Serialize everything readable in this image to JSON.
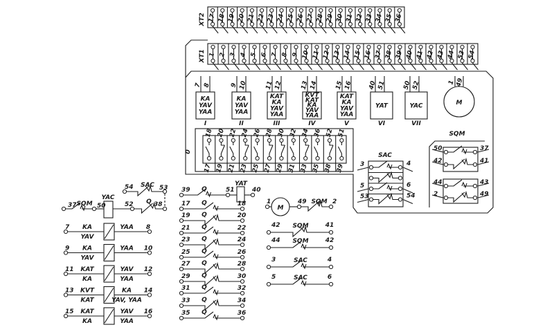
{
  "terminal_blocks": {
    "xt2": {
      "label": "XT2",
      "terminals": [
        "17",
        "18",
        "19",
        "20",
        "21",
        "22",
        "23",
        "24",
        "25",
        "26",
        "27",
        "28",
        "29",
        "30",
        "31",
        "32",
        "33",
        "34",
        "35",
        "36"
      ]
    },
    "xt1": {
      "label": "XT1",
      "terminals": [
        "1",
        "2",
        "3",
        "4",
        "5",
        "6",
        "7",
        "8",
        "9",
        "10",
        "11",
        "12",
        "13",
        "14",
        "15",
        "16",
        "37",
        "38",
        "39",
        "40",
        "41",
        "42",
        "43",
        "44",
        "53",
        "54"
      ]
    }
  },
  "devices": [
    {
      "numeral": "I",
      "terminals": [
        "7",
        "8"
      ],
      "coils": [
        "KA",
        "YAV",
        "YAA"
      ]
    },
    {
      "numeral": "II",
      "terminals": [
        "9",
        "10"
      ],
      "coils": [
        "KA",
        "YAV",
        "YAA"
      ]
    },
    {
      "numeral": "III",
      "terminals": [
        "11",
        "12"
      ],
      "coils": [
        "KAT",
        "KA",
        "YAV",
        "YAA"
      ]
    },
    {
      "numeral": "IV",
      "terminals": [
        "13",
        "14"
      ],
      "coils": [
        "KVT",
        "KAT",
        "KA",
        "YAV",
        "YAA"
      ]
    },
    {
      "numeral": "V",
      "terminals": [
        "15",
        "16"
      ],
      "coils": [
        "KAT",
        "KA",
        "YAV",
        "YAA"
      ]
    },
    {
      "numeral": "VI",
      "terminals": [
        "40",
        "51"
      ],
      "coils": [
        "YAT"
      ]
    },
    {
      "numeral": "VII",
      "terminals": [
        "50",
        "52"
      ],
      "coils": [
        "YAC"
      ]
    }
  ],
  "motor": {
    "label": "M",
    "terminals": [
      "1",
      "49"
    ]
  },
  "q_block": {
    "label": "0",
    "top": [
      "18",
      "20",
      "22",
      "24",
      "26",
      "28",
      "30",
      "32",
      "34",
      "36",
      "52",
      "51"
    ],
    "bottom": [
      "17",
      "19",
      "21",
      "23",
      "25",
      "27",
      "29",
      "31",
      "33",
      "35",
      "38",
      "39"
    ],
    "types": [
      "no",
      "nc",
      "no",
      "nc",
      "no",
      "nc",
      "nc",
      "no",
      "nc",
      "no",
      "nc",
      "no"
    ]
  },
  "sac_block": {
    "label": "SAC",
    "rows": [
      {
        "left": "3",
        "right": "4",
        "type": "no"
      },
      {
        "left": "",
        "right": "",
        "type": "nc"
      },
      {
        "left": "5",
        "right": "6",
        "type": "no"
      },
      {
        "left": "53",
        "right": "54",
        "type": "nc"
      }
    ]
  },
  "sqm_block": {
    "label": "SQM",
    "rows": [
      {
        "left": "50",
        "right": "37",
        "type": "no"
      },
      {
        "left": "42",
        "right": "41",
        "type": "nc"
      },
      {
        "left": "44",
        "right": "43",
        "type": "no"
      },
      {
        "left": "2",
        "right": "49",
        "type": "nc"
      }
    ]
  },
  "yac_circuit": {
    "left": "37",
    "contact": "SQM",
    "mid": "50",
    "coil": "YAC",
    "right_mid": "52",
    "q_label": "Q",
    "end": "38",
    "sac_left": "54",
    "sac_label": "SAC",
    "sac_right": "53"
  },
  "relay_circuits": [
    {
      "left": "7",
      "left_top": "KA",
      "left_bottom": "YAV",
      "right_top": "YAA",
      "right_bottom": "",
      "right": "8"
    },
    {
      "left": "9",
      "left_top": "KA",
      "left_bottom": "YAV",
      "right_top": "YAA",
      "right_bottom": "",
      "right": "10"
    },
    {
      "left": "11",
      "left_top": "KAT",
      "left_bottom": "KA",
      "right_top": "YAV",
      "right_bottom": "YAA",
      "right": "12"
    },
    {
      "left": "13",
      "left_top": "KVT",
      "left_bottom": "KAT",
      "right_top": "KA",
      "right_bottom": "YAV, YAA",
      "right": "14"
    },
    {
      "left": "15",
      "left_top": "KAT",
      "left_bottom": "KA",
      "right_top": "YAV",
      "right_bottom": "YAA",
      "right": "16"
    }
  ],
  "q_circuits": [
    {
      "left": "39",
      "label": "Q",
      "right": "40",
      "type": "no",
      "coil": "YAT",
      "coil_in": "51"
    },
    {
      "left": "17",
      "label": "Q",
      "right": "18",
      "type": "no"
    },
    {
      "left": "19",
      "label": "Q",
      "right": "20",
      "type": "nc"
    },
    {
      "left": "21",
      "label": "Q",
      "right": "22",
      "type": "no"
    },
    {
      "left": "23",
      "label": "Q",
      "right": "24",
      "type": "nc"
    },
    {
      "left": "25",
      "label": "Q",
      "right": "26",
      "type": "no"
    },
    {
      "left": "27",
      "label": "Q",
      "right": "28",
      "type": "nc"
    },
    {
      "left": "29",
      "label": "Q",
      "right": "30",
      "type": "nc"
    },
    {
      "left": "31",
      "label": "Q",
      "right": "32",
      "type": "no"
    },
    {
      "left": "33",
      "label": "Q",
      "right": "34",
      "type": "nc"
    },
    {
      "left": "35",
      "label": "Q",
      "right": "36",
      "type": "no"
    }
  ],
  "motor_circuit": {
    "left": "1",
    "motor": "M",
    "mid": "49",
    "contact": "SQM",
    "right": "2"
  },
  "aux_circuits": [
    {
      "left": "42",
      "label": "SQM",
      "right": "41",
      "type": "nc"
    },
    {
      "left": "44",
      "label": "SQM",
      "right": "42",
      "type": "no"
    },
    {
      "left": "3",
      "label": "SAC",
      "right": "4",
      "type": "no"
    },
    {
      "left": "5",
      "label": "SAC",
      "right": "6",
      "type": "no"
    }
  ]
}
